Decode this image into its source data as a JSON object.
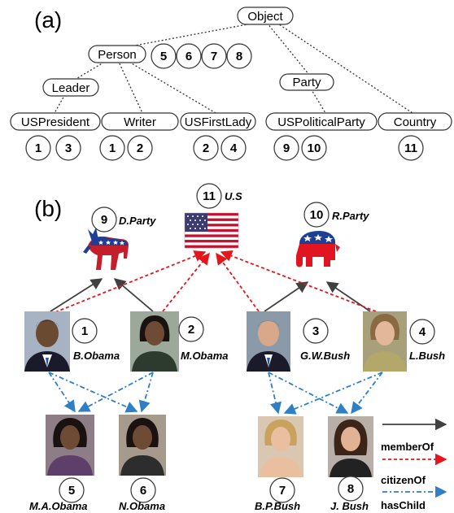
{
  "panels": {
    "a": "(a)",
    "b": "(b)"
  },
  "hierarchy": {
    "object": "Object",
    "person": "Person",
    "leader": "Leader",
    "party": "Party",
    "uspresident": "USPresident",
    "writer": "Writer",
    "usfirstlady": "USFirstLady",
    "uspoliticalparty": "USPoliticalParty",
    "country": "Country",
    "person_ids": [
      "5",
      "6",
      "7",
      "8"
    ],
    "uspresident_ids": [
      "1",
      "3"
    ],
    "writer_ids": [
      "1",
      "2"
    ],
    "usfirstlady_ids": [
      "2",
      "4"
    ],
    "uspoliticalparty_ids": [
      "9",
      "10"
    ],
    "country_ids": [
      "11"
    ]
  },
  "entities": {
    "us": {
      "id": "11",
      "name": "U.S"
    },
    "dparty": {
      "id": "9",
      "name": "D.Party"
    },
    "rparty": {
      "id": "10",
      "name": "R.Party"
    },
    "bobama": {
      "id": "1",
      "name": "B.Obama"
    },
    "mobama": {
      "id": "2",
      "name": "M.Obama"
    },
    "gwbush": {
      "id": "3",
      "name": "G.W.Bush"
    },
    "lbush": {
      "id": "4",
      "name": "L.Bush"
    },
    "maobama": {
      "id": "5",
      "name": "M.A.Obama"
    },
    "nobama": {
      "id": "6",
      "name": "N.Obama"
    },
    "bpbush": {
      "id": "7",
      "name": "B.P.Bush"
    },
    "jbush": {
      "id": "8",
      "name": "J. Bush"
    }
  },
  "legend": {
    "member_of": "memberOf",
    "citizen_of": "citizenOf",
    "has_child": "hasChild"
  },
  "colors": {
    "member_of": "#404040",
    "citizen_of": "#e8141b",
    "has_child": "#2f7fc6",
    "democrat_blue": "#1f3f95",
    "republican_red": "#e0151f"
  }
}
